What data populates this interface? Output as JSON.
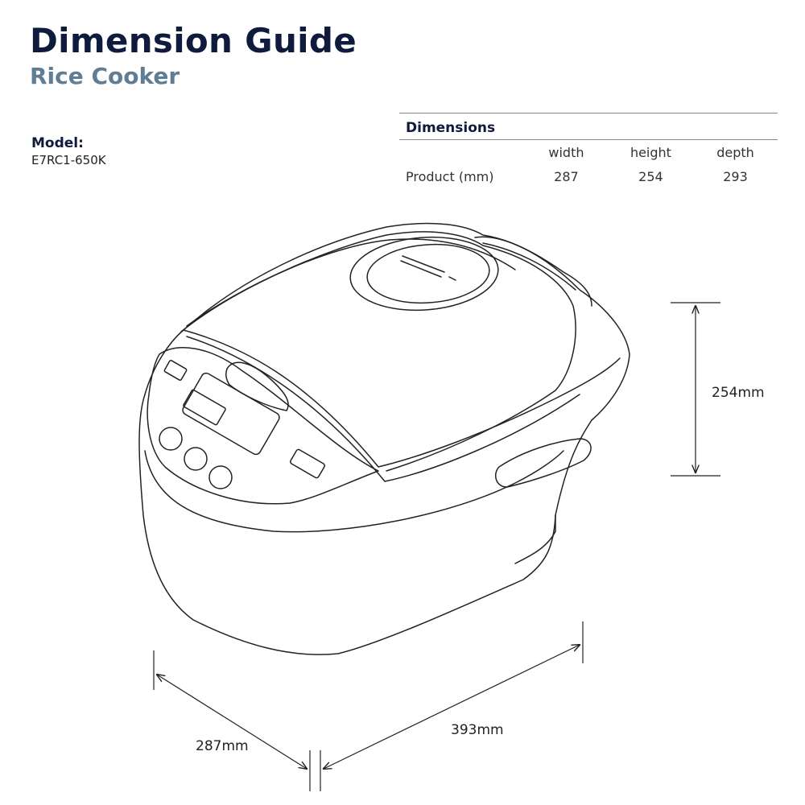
{
  "header": {
    "title": "Dimension Guide",
    "subtitle": "Rice Cooker"
  },
  "model": {
    "label": "Model:",
    "value": "E7RC1-650K"
  },
  "dimensions_table": {
    "heading": "Dimensions",
    "columns": [
      "width",
      "height",
      "depth"
    ],
    "row_label": "Product (mm)",
    "values": [
      "287",
      "254",
      "293"
    ]
  },
  "drawing_labels": {
    "height": "254mm",
    "width": "287mm",
    "length": "393mm"
  },
  "colors": {
    "title": "#0f1b3d",
    "subtitle": "#5f7d94",
    "line": "#222222"
  }
}
